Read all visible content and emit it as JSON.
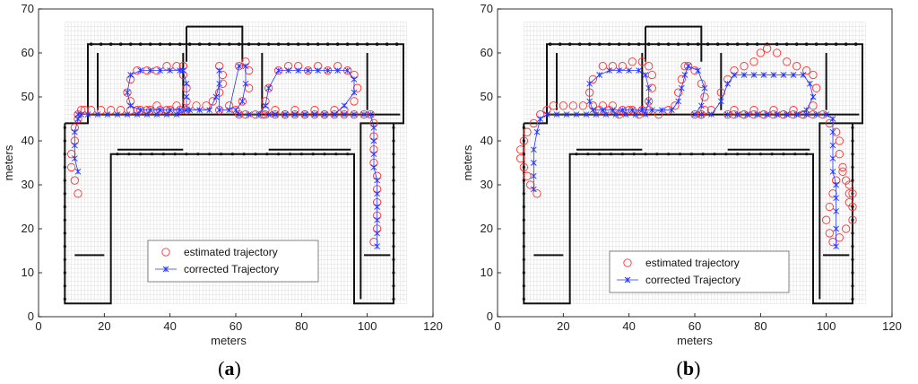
{
  "colors": {
    "estimated": "#ff3333",
    "corrected": "#2233ff",
    "wall": "#111111",
    "grid": "#dddddd"
  },
  "chart_data": [
    {
      "type": "scatter",
      "caption": {
        "open": "(",
        "letter": "a",
        "close": ")"
      },
      "xlabel": "meters",
      "ylabel": "meters",
      "xlim": [
        0,
        120
      ],
      "ylim": [
        0,
        70
      ],
      "xticks": [
        0,
        20,
        40,
        60,
        80,
        100,
        120
      ],
      "yticks": [
        0,
        10,
        20,
        30,
        40,
        50,
        60,
        70
      ],
      "legend": {
        "placement": "bottom-right"
      },
      "series": [
        {
          "name": "estimated trajectory",
          "marker": "circle",
          "x": [
            12,
            11,
            10,
            10,
            11,
            11,
            12,
            12,
            13,
            14,
            16,
            19,
            22,
            25,
            28,
            31,
            34,
            37,
            40,
            43,
            45,
            45,
            44,
            44,
            44,
            42,
            39,
            36,
            33,
            30,
            28,
            27,
            28,
            30,
            33,
            36,
            39,
            42,
            45,
            48,
            51,
            53,
            55,
            56,
            56,
            55,
            55,
            58,
            61,
            63,
            64,
            64,
            62,
            60,
            61,
            63,
            66,
            68,
            69,
            70,
            73,
            76,
            79,
            82,
            85,
            88,
            91,
            94,
            96,
            97,
            96,
            93,
            90,
            87,
            84,
            81,
            78,
            75,
            72,
            69,
            69,
            72,
            75,
            78,
            81,
            84,
            87,
            90,
            93,
            96,
            99,
            101,
            102,
            102,
            102,
            102,
            103,
            103,
            103,
            103,
            103,
            102
          ],
          "y": [
            28,
            31,
            34,
            37,
            40,
            43,
            45,
            46,
            47,
            47,
            47,
            47,
            47,
            47,
            47,
            47,
            47,
            47,
            47,
            47,
            49,
            52,
            55,
            57,
            57,
            57,
            57,
            56,
            56,
            56,
            54,
            51,
            49,
            47,
            47,
            48,
            47,
            48,
            47,
            48,
            48,
            49,
            51,
            53,
            55,
            57,
            47,
            48,
            57,
            58,
            56,
            52,
            49,
            47,
            46,
            46,
            46,
            46,
            49,
            52,
            56,
            57,
            57,
            56,
            57,
            56,
            57,
            56,
            55,
            52,
            49,
            47,
            47,
            46,
            47,
            46,
            47,
            46,
            47,
            46,
            47,
            46,
            46,
            46,
            46,
            46,
            46,
            46,
            46,
            46,
            46,
            46,
            44,
            41,
            38,
            35,
            32,
            29,
            26,
            23,
            20,
            17
          ]
        },
        {
          "name": "corrected Trajectory",
          "marker": "asterisk",
          "x": [
            12,
            11,
            11,
            11,
            12,
            12,
            13,
            15,
            18,
            21,
            24,
            27,
            30,
            33,
            36,
            39,
            42,
            45,
            45,
            45,
            44,
            43,
            40,
            37,
            34,
            31,
            28,
            27,
            28,
            31,
            34,
            37,
            40,
            43,
            46,
            49,
            52,
            54,
            55,
            55,
            55,
            58,
            61,
            63,
            63,
            62,
            60,
            61,
            64,
            67,
            69,
            70,
            73,
            76,
            79,
            82,
            85,
            88,
            91,
            94,
            96,
            96,
            93,
            90,
            87,
            84,
            81,
            78,
            75,
            72,
            70,
            72,
            75,
            78,
            81,
            84,
            87,
            90,
            93,
            96,
            99,
            101,
            102,
            102,
            102,
            102,
            103,
            103,
            103,
            103,
            103,
            103
          ],
          "y": [
            33,
            36,
            39,
            42,
            45,
            46,
            46,
            46,
            46,
            46,
            46,
            46,
            46,
            46,
            46,
            46,
            46,
            47,
            50,
            53,
            56,
            56,
            56,
            56,
            56,
            56,
            55,
            51,
            48,
            47,
            47,
            47,
            47,
            47,
            47,
            47,
            47,
            50,
            53,
            56,
            47,
            47,
            57,
            57,
            53,
            49,
            47,
            46,
            46,
            46,
            48,
            52,
            56,
            56,
            56,
            56,
            56,
            56,
            56,
            56,
            54,
            51,
            48,
            46,
            46,
            46,
            46,
            46,
            46,
            46,
            46,
            46,
            46,
            46,
            46,
            46,
            46,
            46,
            46,
            46,
            46,
            46,
            43,
            40,
            37,
            34,
            31,
            28,
            25,
            22,
            19,
            16
          ]
        }
      ]
    },
    {
      "type": "scatter",
      "caption": {
        "open": "(",
        "letter": "b",
        "close": ")"
      },
      "xlabel": "meters",
      "ylabel": "meters",
      "xlim": [
        0,
        120
      ],
      "ylim": [
        0,
        70
      ],
      "xticks": [
        0,
        20,
        40,
        60,
        80,
        100,
        120
      ],
      "yticks": [
        0,
        10,
        20,
        30,
        40,
        50,
        60,
        70
      ],
      "legend": {
        "placement": "bottom-right"
      },
      "series": [
        {
          "name": "estimated trajectory",
          "marker": "circle",
          "x": [
            12,
            10,
            9,
            8,
            7,
            7,
            8,
            9,
            11,
            13,
            15,
            17,
            20,
            23,
            26,
            29,
            32,
            35,
            38,
            41,
            44,
            46,
            47,
            47,
            46,
            44,
            41,
            38,
            35,
            32,
            29,
            28,
            29,
            31,
            34,
            37,
            40,
            43,
            46,
            49,
            52,
            54,
            55,
            56,
            57,
            58,
            60,
            62,
            63,
            63,
            62,
            60,
            62,
            65,
            68,
            70,
            72,
            75,
            78,
            80,
            82,
            85,
            88,
            91,
            94,
            96,
            97,
            96,
            93,
            90,
            87,
            84,
            81,
            78,
            75,
            72,
            70,
            72,
            75,
            78,
            81,
            84,
            87,
            90,
            93,
            96,
            99,
            101,
            103,
            104,
            104,
            105,
            106,
            107,
            108,
            108,
            106,
            104,
            102,
            101,
            100,
            101,
            102,
            103,
            105,
            107,
            108,
            107
          ],
          "y": [
            28,
            30,
            32,
            34,
            36,
            38,
            40,
            42,
            44,
            46,
            47,
            48,
            48,
            48,
            48,
            48,
            48,
            48,
            47,
            47,
            47,
            49,
            52,
            55,
            57,
            58,
            58,
            57,
            57,
            57,
            54,
            51,
            48,
            47,
            47,
            46,
            47,
            46,
            47,
            46,
            47,
            48,
            51,
            54,
            57,
            57,
            56,
            53,
            50,
            47,
            46,
            46,
            46,
            47,
            51,
            54,
            56,
            57,
            58,
            60,
            61,
            60,
            58,
            57,
            56,
            55,
            52,
            48,
            46,
            47,
            46,
            47,
            46,
            47,
            46,
            47,
            46,
            46,
            46,
            46,
            46,
            46,
            46,
            46,
            46,
            46,
            46,
            44,
            42,
            40,
            37,
            34,
            31,
            28,
            25,
            22,
            20,
            18,
            17,
            19,
            22,
            25,
            28,
            31,
            33,
            30,
            28,
            26
          ]
        },
        {
          "name": "corrected Trajectory",
          "marker": "asterisk",
          "x": [
            11,
            11,
            11,
            11,
            12,
            13,
            15,
            18,
            21,
            24,
            27,
            30,
            33,
            36,
            39,
            42,
            45,
            46,
            46,
            45,
            43,
            40,
            37,
            34,
            31,
            28,
            28,
            29,
            32,
            35,
            38,
            41,
            44,
            47,
            50,
            53,
            55,
            56,
            57,
            58,
            61,
            63,
            62,
            60,
            62,
            65,
            68,
            70,
            72,
            75,
            78,
            81,
            84,
            87,
            90,
            93,
            95,
            96,
            94,
            91,
            88,
            85,
            82,
            79,
            76,
            73,
            70,
            73,
            76,
            79,
            82,
            85,
            88,
            91,
            94,
            97,
            100,
            102,
            102,
            102,
            102,
            102,
            103,
            103,
            103,
            103,
            103
          ],
          "y": [
            29,
            32,
            35,
            38,
            42,
            45,
            46,
            46,
            46,
            46,
            46,
            46,
            46,
            46,
            46,
            46,
            46,
            49,
            52,
            55,
            56,
            56,
            56,
            56,
            55,
            53,
            49,
            47,
            47,
            47,
            47,
            47,
            47,
            47,
            47,
            47,
            49,
            52,
            55,
            57,
            56,
            52,
            48,
            46,
            46,
            46,
            49,
            53,
            55,
            55,
            55,
            55,
            55,
            55,
            55,
            55,
            53,
            50,
            47,
            46,
            46,
            46,
            46,
            46,
            46,
            46,
            46,
            46,
            46,
            46,
            46,
            46,
            46,
            46,
            46,
            46,
            46,
            45,
            42,
            39,
            36,
            33,
            30,
            27,
            24,
            20,
            16
          ]
        }
      ]
    }
  ]
}
